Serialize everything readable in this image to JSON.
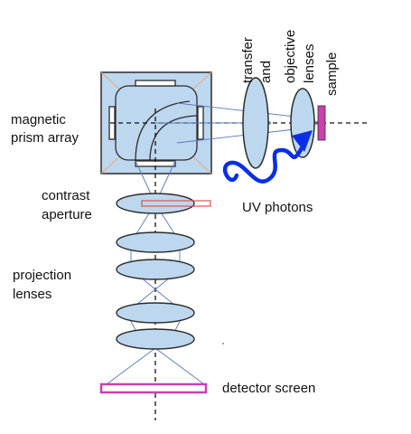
{
  "labels": {
    "magnetic_prism_array": [
      "magnetic",
      "prism array"
    ],
    "contrast_aperture": [
      "contrast",
      "aperture"
    ],
    "projection_lenses": [
      "projection",
      "lenses"
    ],
    "uv_photons": "UV photons",
    "detector_screen": "detector screen",
    "transfer_and_objective_lenses": [
      "transfer",
      "and",
      "objective",
      "lenses"
    ],
    "sample": "sample"
  },
  "colors": {
    "lens_fill": "#bdd7ee",
    "prism_fill": "#bdd7ee",
    "outline": "#2b2b2b",
    "ray": "#5a78b8",
    "uv_wave": "#0a2ee6",
    "detector": "#cc3fb0",
    "sample": "#cc3fb0",
    "aperture": "#d9534f",
    "prism_diagonal": "#e8a87c"
  }
}
